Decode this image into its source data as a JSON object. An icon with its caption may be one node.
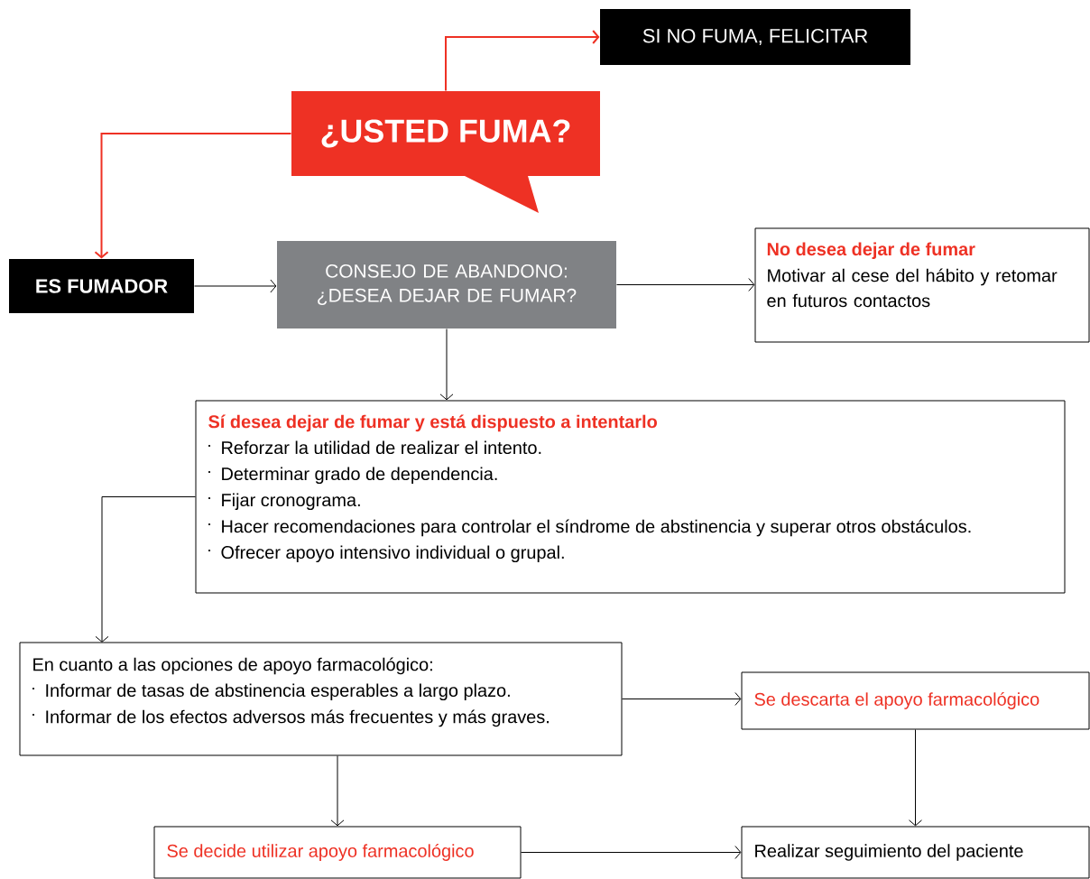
{
  "diagram": {
    "nodes": [
      {
        "text": [
          "¿USTED FUMA?"
        ]
      },
      {
        "text": [
          "SI NO FUMA, FELICITAR"
        ]
      },
      {
        "text": [
          "ES FUMADOR"
        ]
      },
      {
        "text": [
          "CONSEJO DE ABANDONO: ¿DESEA DEJAR DE FUMAR?"
        ]
      },
      {
        "text": [
          "No desea dejar de fumar",
          "Motivar al cese del hábito y retomar en futuros contactos"
        ]
      },
      {
        "text": [
          "Sí desea dejar de fumar y está dispuesto a intentarlo",
          "Reforzar la utilidad de realizar el intento.",
          "Determinar grado de dependencia.",
          "Fijar cronograma.",
          "Hacer recomendaciones para controlar el síndrome de abstinencia y superar otros obstáculos.",
          "Ofrecer apoyo intensivo individual o grupal."
        ]
      },
      {
        "text": [
          "En cuanto a las opciones de apoyo farmacológico:",
          "Informar de tasas de abstinencia esperables a largo plazo.",
          "Informar de los efectos adversos más frecuentes y más graves."
        ]
      },
      {
        "text": [
          "Se descarta el apoyo farmacológico"
        ]
      },
      {
        "text": [
          "Se decide utilizar apoyo farmacológico"
        ]
      },
      {
        "text": [
          "Realizar seguimiento del paciente"
        ]
      }
    ],
    "edges": [
      {
        "from": 0,
        "to": 1,
        "arrow": "to",
        "color": "#ee3124"
      },
      {
        "from": 0,
        "to": 2,
        "arrow": "to",
        "color": "#ee3124"
      },
      {
        "from": 2,
        "to": 3,
        "arrow": "to"
      },
      {
        "from": 3,
        "to": 4,
        "arrow": "to"
      },
      {
        "from": 3,
        "to": 5,
        "arrow": "to"
      },
      {
        "from": 5,
        "to": 6,
        "arrow": "to"
      },
      {
        "from": 6,
        "to": 7,
        "arrow": "to"
      },
      {
        "from": 6,
        "to": 8,
        "arrow": "to"
      },
      {
        "from": 7,
        "to": 9,
        "arrow": "to"
      },
      {
        "from": 8,
        "to": 9,
        "arrow": "to"
      }
    ]
  }
}
